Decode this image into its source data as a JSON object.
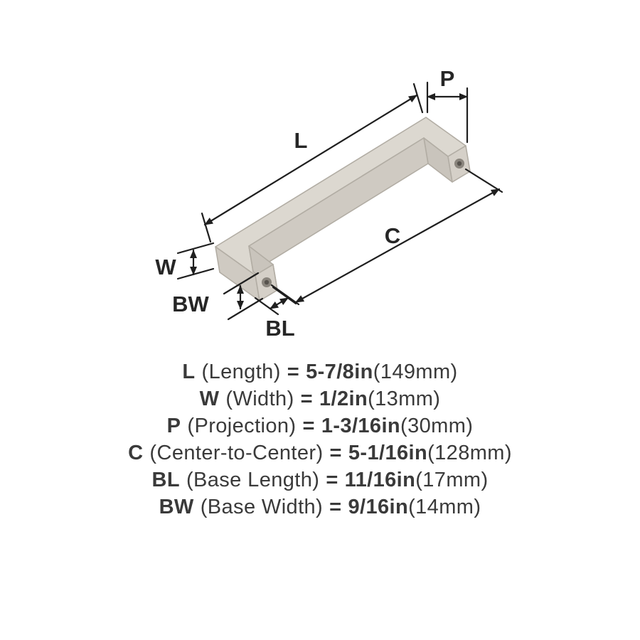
{
  "page": {
    "background": "#ffffff"
  },
  "diagram": {
    "dimension_labels": {
      "L": "L",
      "P": "P",
      "W": "W",
      "C": "C",
      "BL": "BL",
      "BW": "BW"
    },
    "colors": {
      "handle_top": "#dcd8d0",
      "handle_front": "#cfcac2",
      "handle_side": "#c9c4bc",
      "handle_end": "#d5d0c8",
      "outline": "#b2ada4",
      "dimension_line": "#1f1f1f",
      "hole_outer": "#8a857d",
      "hole_inner": "#57534d"
    }
  },
  "specs": [
    {
      "abbr": "L",
      "name": "(Length)",
      "eq": "=",
      "value": "5-7/8in",
      "metric": "(149mm)"
    },
    {
      "abbr": "W",
      "name": "(Width)",
      "eq": "=",
      "value": "1/2in",
      "metric": "(13mm)"
    },
    {
      "abbr": "P",
      "name": "(Projection)",
      "eq": "=",
      "value": "1-3/16in",
      "metric": "(30mm)"
    },
    {
      "abbr": "C",
      "name": "(Center-to-Center)",
      "eq": "=",
      "value": "5-1/16in",
      "metric": "(128mm)"
    },
    {
      "abbr": "BL",
      "name": "(Base Length)",
      "eq": "=",
      "value": "11/16in",
      "metric": "(17mm)"
    },
    {
      "abbr": "BW",
      "name": "(Base Width)",
      "eq": "=",
      "value": "9/16in",
      "metric": "(14mm)"
    }
  ]
}
